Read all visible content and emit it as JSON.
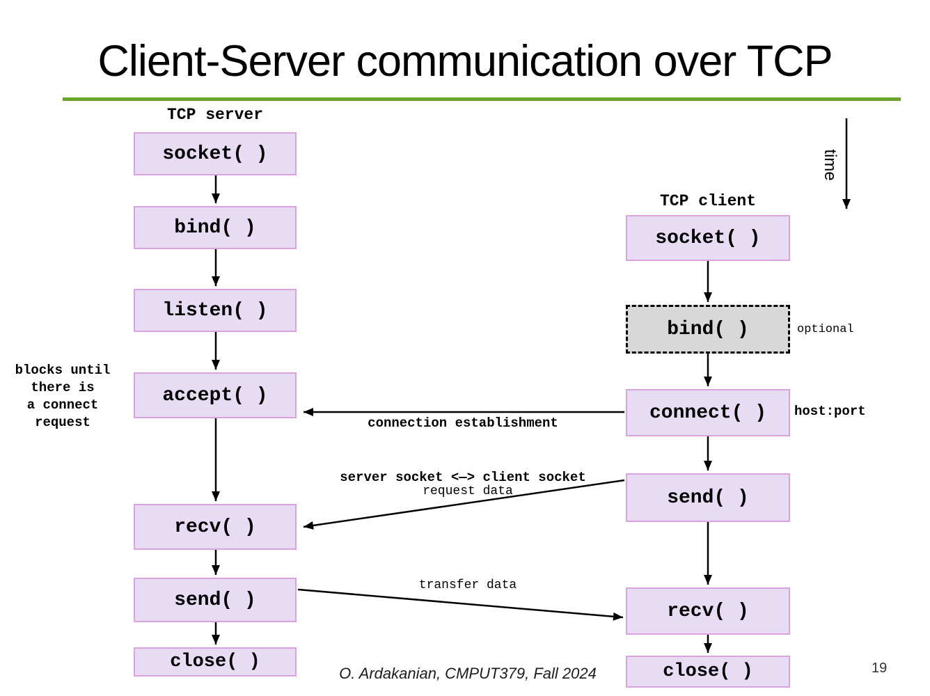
{
  "slide": {
    "title": "Client-Server communication over TCP",
    "footer": "O. Ardakanian, CMPUT379, Fall 2024",
    "page_number": "19"
  },
  "colors": {
    "accent_green": "#6ba32d",
    "box_fill": "#e7dcf4",
    "box_border": "#d9a3de",
    "optional_box_fill": "#d8d8d8",
    "arrow_color": "#000000"
  },
  "server": {
    "header": "TCP server",
    "boxes": [
      {
        "label": "socket( )"
      },
      {
        "label": "bind( )"
      },
      {
        "label": "listen( )"
      },
      {
        "label": "accept( )"
      },
      {
        "label": "recv( )"
      },
      {
        "label": "send( )"
      },
      {
        "label": "close( )"
      }
    ],
    "blocks_note_lines": [
      "blocks until",
      "there is",
      "a connect",
      "request"
    ]
  },
  "client": {
    "header": "TCP client",
    "boxes": [
      {
        "label": "socket( )"
      },
      {
        "label": "bind( )"
      },
      {
        "label": "connect( )"
      },
      {
        "label": "send( )"
      },
      {
        "label": "recv( )"
      },
      {
        "label": "close( )"
      }
    ],
    "bind_note": "optional",
    "connect_note": "host:port"
  },
  "connections": {
    "establishment_line1": "connection establishment",
    "establishment_line2": "server socket <—> client socket",
    "request_label": "request data",
    "transfer_label": "transfer data"
  },
  "time_axis": {
    "label": "time"
  }
}
